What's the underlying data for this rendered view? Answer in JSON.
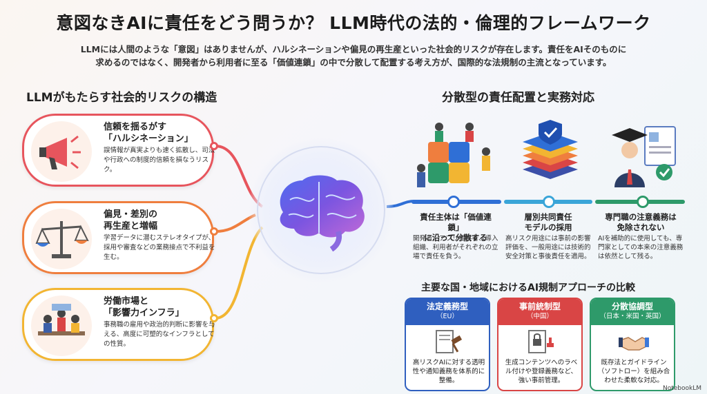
{
  "title": "意図なきAIに責任をどう問うか？ LLM時代の法的・倫理的フレームワーク",
  "intro": {
    "line1": "LLMには人間のような「意図」はありませんが、ハルシネーションや偏見の再生産といった社会的リスクが存在します。責任をAIそのものに",
    "line2": "求めるのではなく、開発者から利用者に至る「価値連鎖」の中で分散して配置する考え方が、国際的な法規制の主流となっています。"
  },
  "left_section": {
    "heading": "LLMがもたらす社会的リスクの構造",
    "risks": [
      {
        "title": "信頼を揺るがす\n「ハルシネーション」",
        "desc": "誤情報が真実よりも速く拡散し、司法や行政への制度的信頼を損なうリスク。",
        "color": "#e7555d",
        "icon": "megaphone-icon"
      },
      {
        "title": "偏見・差別の\n再生産と増幅",
        "desc": "学習データに潜むステレオタイプが、採用や審査などの業務接点で不利益を生む。",
        "color": "#ef7e3e",
        "icon": "scales-icon"
      },
      {
        "title": "労働市場と\n「影響力インフラ」",
        "desc": "事務職の雇用や政治的判断に影響を与える、高度に可塑的なインフラとしての性質。",
        "color": "#f2b532",
        "icon": "office-workers-icon"
      }
    ]
  },
  "right_section": {
    "heading": "分散型の責任配置と実務対応",
    "items": [
      {
        "title": "責任主体は「価値連鎖」\nに沿って分散する",
        "desc": "開発者、アプリ提供者、導入組織、利用者がそれぞれの立場で責任を負う。",
        "icon": "puzzle-team-icon"
      },
      {
        "title": "層別共同責任\nモデルの採用",
        "desc": "高リスク用途には事前の影響評価を、一般用途には技術的安全対策と事後責任を適用。",
        "icon": "layered-shield-icon"
      },
      {
        "title": "専門職の注意義務は\n免除されない",
        "desc": "AIを補助的に使用しても、専門家としての本来の注意義務は依然として残る。",
        "icon": "professional-icon"
      }
    ]
  },
  "comparison": {
    "heading": "主要な国・地域におけるAI規制アプローチの比較",
    "cards": [
      {
        "name": "法定義務型",
        "region": "（EU）",
        "desc": "高リスクAIに対する透明性や通知義務を体系的に整備。",
        "color": "#2f5fbf",
        "icon": "gavel-document-icon"
      },
      {
        "name": "事前統制型",
        "region": "（中国）",
        "desc": "生成コンテンツへのラベル付けや登録義務など、強い事前管理。",
        "color": "#d94545",
        "icon": "stamp-lock-icon"
      },
      {
        "name": "分散協調型",
        "region": "（日本・米国・英国）",
        "desc": "既存法とガイドライン（ソフトロー）を組み合わせた柔軟な対応。",
        "color": "#2e9a6a",
        "icon": "handshake-icon"
      }
    ]
  },
  "credit": "NotebookLM"
}
